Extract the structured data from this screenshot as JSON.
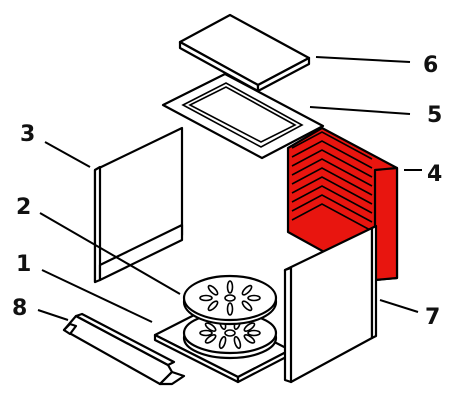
{
  "parts": [
    {
      "number": "1",
      "part": "base-plate"
    },
    {
      "number": "2",
      "part": "grate"
    },
    {
      "number": "3",
      "part": "side-panel-left"
    },
    {
      "number": "4",
      "part": "back-panel"
    },
    {
      "number": "5",
      "part": "top-frame"
    },
    {
      "number": "6",
      "part": "top-plate"
    },
    {
      "number": "7",
      "part": "side-panel-right"
    },
    {
      "number": "8",
      "part": "front-rail"
    }
  ],
  "colors": {
    "highlight": "#e8150f",
    "stroke": "#000000",
    "fill": "#ffffff"
  }
}
